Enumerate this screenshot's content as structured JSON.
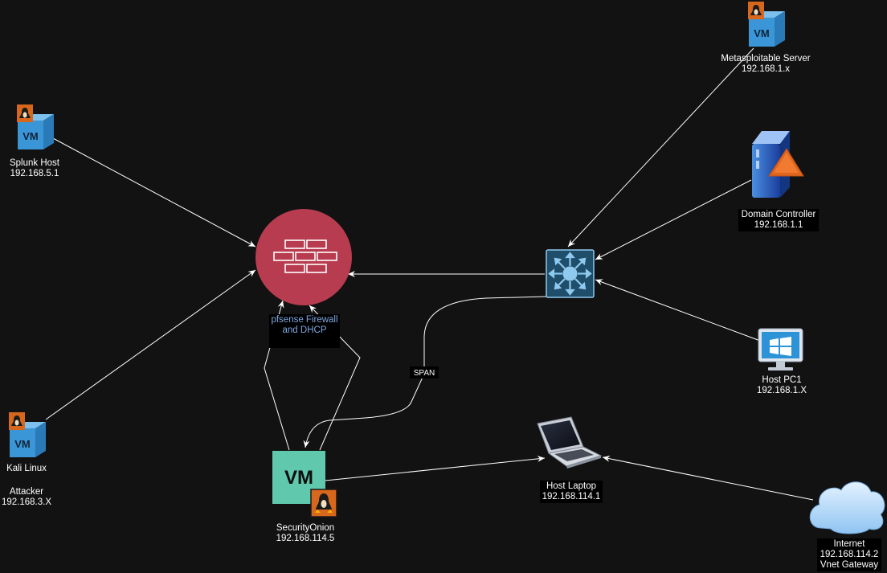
{
  "colors": {
    "background": "#121212",
    "line": "#ffffff",
    "firewall": "#b83c4f",
    "switch": "#1f4e6b",
    "switch_stroke": "#8fc9ee",
    "vm_tile": "#60c8ad",
    "vm_cube": "#3a96d6",
    "os_badge": "#d7671d",
    "firewall_label": "#7ea6e0"
  },
  "nodes": {
    "splunk": {
      "icon": "vm-linux-icon",
      "name": "Splunk Host",
      "ip": "192.168.5.1"
    },
    "kali": {
      "icon": "vm-linux-icon",
      "name": "Kali Linux",
      "role": "Attacker",
      "ip": "192.168.3.X"
    },
    "metasploitable": {
      "icon": "vm-linux-icon",
      "name": "Metasploitable Server",
      "ip": "192.168.1.x"
    },
    "domain_controller": {
      "icon": "server-icon",
      "name": "Domain Controller",
      "ip": "192.168.1.1"
    },
    "host_pc1": {
      "icon": "windows-monitor-icon",
      "name": "Host PC1",
      "ip": "192.168.1.X"
    },
    "security_onion": {
      "icon": "vm-tile-icon",
      "vm_text": "VM",
      "name": "SecurityOnion",
      "ip": "192.168.114.5"
    },
    "host_laptop": {
      "icon": "laptop-icon",
      "name": "Host Laptop",
      "ip": "192.168.114.1"
    },
    "internet": {
      "icon": "cloud-icon",
      "name": "Internet",
      "ip": "192.168.114.2",
      "role": "Vnet Gateway"
    },
    "firewall": {
      "icon": "firewall-icon",
      "line1": "pfsense Firewall",
      "line2": "and  DHCP"
    },
    "switch": {
      "icon": "switch-icon"
    }
  },
  "edges": {
    "span_label": "SPAN"
  },
  "vm_badge_text": "VM"
}
